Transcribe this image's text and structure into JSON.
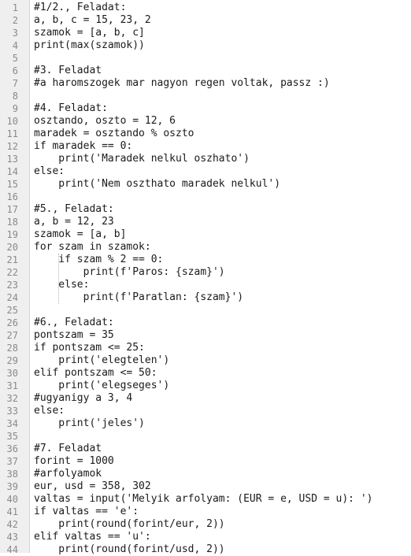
{
  "editor": {
    "lines": [
      "#1/2., Feladat:",
      "a, b, c = 15, 23, 2",
      "szamok = [a, b, c]",
      "print(max(szamok))",
      "",
      "#3. Feladat",
      "#a haromszogek mar nagyon regen voltak, passz :)",
      "",
      "#4. Feladat:",
      "osztando, oszto = 12, 6",
      "maradek = osztando % oszto",
      "if maradek == 0:",
      "    print('Maradek nelkul oszhato')",
      "else:",
      "    print('Nem oszthato maradek nelkul')",
      "",
      "#5., Feladat:",
      "a, b = 12, 23",
      "szamok = [a, b]",
      "for szam in szamok:",
      "    if szam % 2 == 0:",
      "        print(f'Paros: {szam}')",
      "    else:",
      "        print(f'Paratlan: {szam}')",
      "",
      "#6., Feladat:",
      "pontszam = 35",
      "if pontszam <= 25:",
      "    print('elegtelen')",
      "elif pontszam <= 50:",
      "    print('elegseges')",
      "#ugyanigy a 3, 4",
      "else:",
      "    print('jeles')",
      "",
      "#7. Feladat",
      "forint = 1000",
      "#arfolyamok",
      "eur, usd = 358, 302",
      "valtas = input('Melyik arfolyam: (EUR = e, USD = u): ')",
      "if valtas == 'e':",
      "    print(round(forint/eur, 2))",
      "elif valtas == 'u':",
      "    print(round(forint/usd, 2))"
    ],
    "colors": {
      "gutter_bg": "#efefef",
      "line_number": "#8a8a8a",
      "text": "#1a1a1a",
      "indent_guide": "#b8b8b8"
    }
  }
}
